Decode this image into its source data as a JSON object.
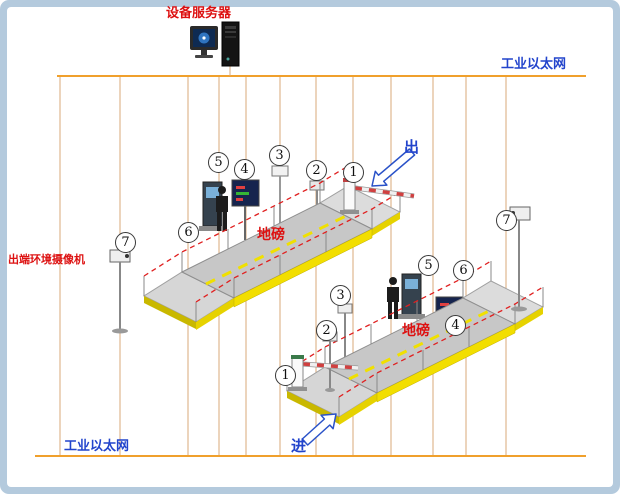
{
  "labels": {
    "server": "设备服务器",
    "ethernet_top": "工业以太网",
    "ethernet_bottom": "工业以太网",
    "exit_side_camera": "出端环境摄像机",
    "weighbridge_exit": "地磅",
    "weighbridge_entry": "地磅",
    "exit_direction": "出",
    "entry_direction": "进"
  },
  "callouts": {
    "exit_lane": {
      "c1": "1",
      "c2": "2",
      "c3": "3",
      "c4": "4",
      "c5": "5",
      "c6": "6",
      "c7_left": "7",
      "c7_right": "7"
    },
    "entry_lane": {
      "c1": "1",
      "c2": "2",
      "c3": "3",
      "c4": "4",
      "c5": "5",
      "c6": "6"
    }
  },
  "icons": {
    "server": [
      "monitor-icon",
      "server-tower-icon"
    ],
    "lane_equipment": [
      "kiosk-icon",
      "person-figure",
      "led-display-icon",
      "reader-pole-icon",
      "camera-pole-icon",
      "barrier-gate-icon",
      "environment-camera-icon"
    ],
    "direction_arrows": [
      "exit-arrow-icon",
      "entry-arrow-icon"
    ]
  },
  "colors": {
    "frame": "#b4cadd",
    "ethernet_line": "#f0a02c",
    "drop_line": "#d8a878",
    "label_blue": "#2244cc",
    "label_red": "#dd1111",
    "platform_yellow": "#f2de00",
    "deck_gray": "#c7c7c7",
    "sensor_red": "#e02020"
  }
}
